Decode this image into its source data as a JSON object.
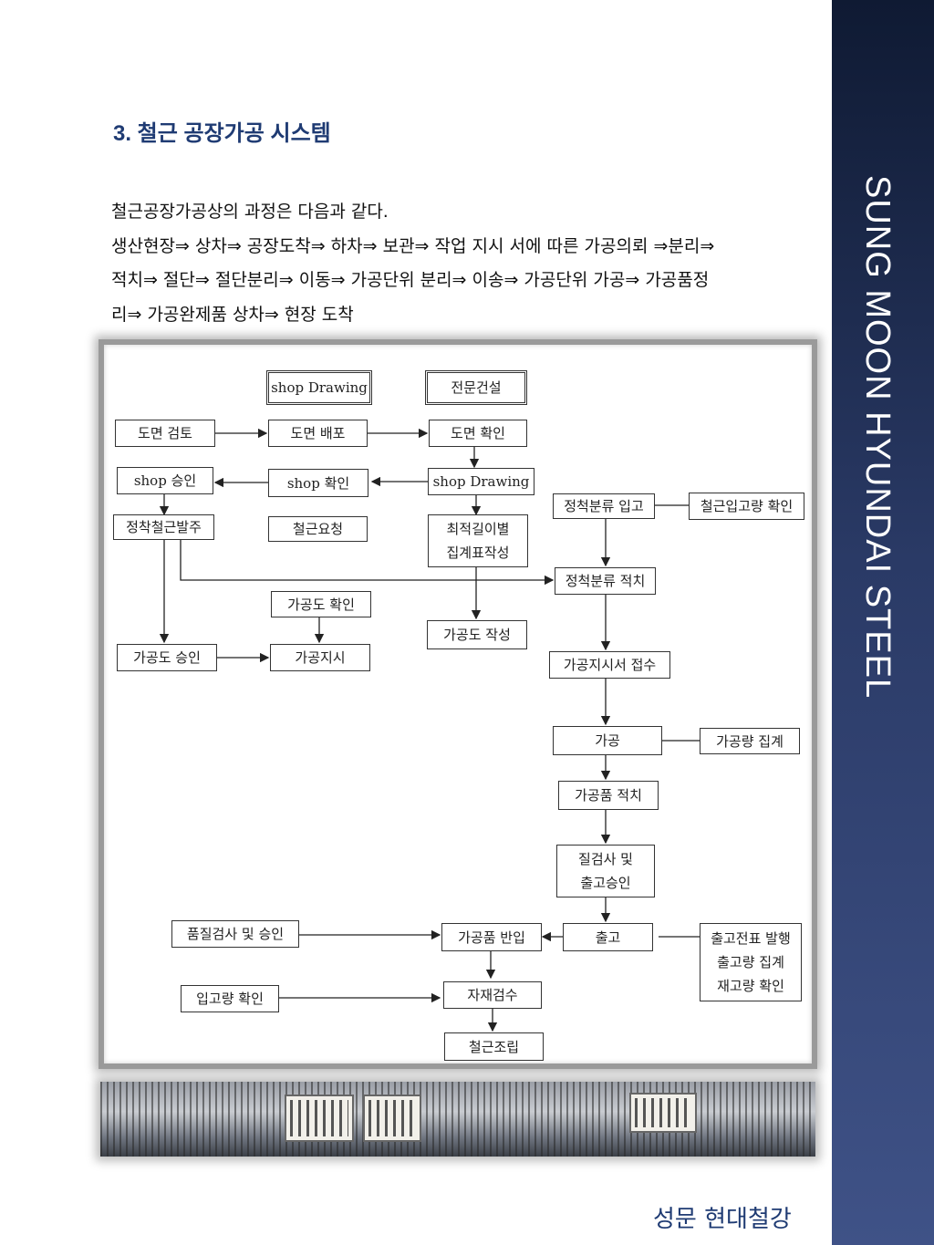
{
  "sidebar": {
    "text": "SUNG MOON HYUNDAI STEEL"
  },
  "title": "3. 철근 공장가공 시스템",
  "paragraph": {
    "lines": [
      "철근공장가공상의 과정은 다음과 같다.",
      "생산현장⇒ 상차⇒ 공장도착⇒ 하차⇒ 보관⇒ 작업 지시 서에 따른 가공의뢰 ⇒분리⇒",
      "적치⇒ 절단⇒ 절단분리⇒ 이동⇒ 가공단위 분리⇒ 이송⇒ 가공단위 가공⇒ 가공품정",
      "리⇒ 가공완제품 상차⇒ 현장 도착"
    ]
  },
  "flowchart": {
    "shop_drawing_header": "shop Drawing",
    "specialist_header": "전문건설",
    "drawing_review": "도면 검토",
    "drawing_distribution": "도면 배포",
    "drawing_check": "도면 확인",
    "shop_approval": "shop 승인",
    "shop_check": "shop 확인",
    "shop_drawing": "shop Drawing",
    "rebar_order": "정착철근발주",
    "rebar_request": "철근요청",
    "optimal_length": [
      "최적길이별",
      "집계표작성"
    ],
    "sort_receiving": "정척분류 입고",
    "rebar_receiving_check": "철근입고량 확인",
    "sort_stacking": "정척분류 적치",
    "process_drawing_check": "가공도 확인",
    "process_drawing_create": "가공도 작성",
    "process_drawing_approval": "가공도 승인",
    "process_instruction": "가공지시",
    "instruction_receipt": "가공지시서 접수",
    "processing": "가공",
    "processing_total": "가공량 집계",
    "product_stacking": "가공품 적치",
    "inspection": [
      "질검사 및",
      "출고승인"
    ],
    "quality_approval": "품질검사 및 승인",
    "product_delivery": "가공품 반입",
    "shipping": "출고",
    "shipping_docs": [
      "출고전표 발행",
      "출고량 집계",
      "재고량 확인"
    ],
    "receiving_check": "입고량 확인",
    "material_inspection": "자재검수",
    "rebar_assembly": "철근조립"
  },
  "footer": "성문 현대철강"
}
